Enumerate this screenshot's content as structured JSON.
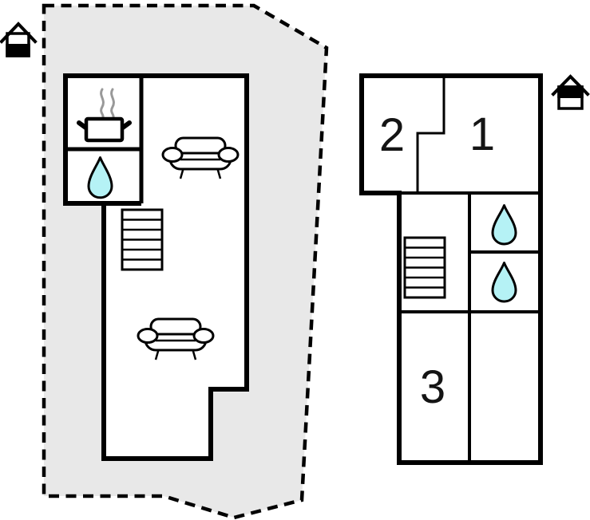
{
  "diagram_type": "floor-plan",
  "colors": {
    "wall": "#000000",
    "water_drop": "#b5f2f5",
    "plot_fill": "#e8e8e8",
    "floor_fill": "#ffffff",
    "steam": "#999999"
  },
  "plot": {
    "boundary_style": "dashed",
    "description_icon": "dashed-plot-boundary"
  },
  "floor_left": {
    "level_icon": "house-ground-floor-icon",
    "features": [
      {
        "icon": "cooking-pot-icon",
        "meaning": "kitchen"
      },
      {
        "icon": "water-drop-icon",
        "meaning": "bathroom"
      },
      {
        "icon": "sofa-icon",
        "meaning": "living area"
      },
      {
        "icon": "sofa-icon",
        "meaning": "living area"
      },
      {
        "icon": "stairs-icon",
        "meaning": "staircase"
      }
    ],
    "room_labels": []
  },
  "floor_right": {
    "level_icon": "house-upper-floor-icon",
    "features": [
      {
        "icon": "stairs-icon",
        "meaning": "staircase"
      },
      {
        "icon": "water-drop-icon",
        "meaning": "bathroom"
      },
      {
        "icon": "water-drop-icon",
        "meaning": "bathroom"
      }
    ],
    "rooms": {
      "room1": "1",
      "room2": "2",
      "room3": "3"
    }
  }
}
